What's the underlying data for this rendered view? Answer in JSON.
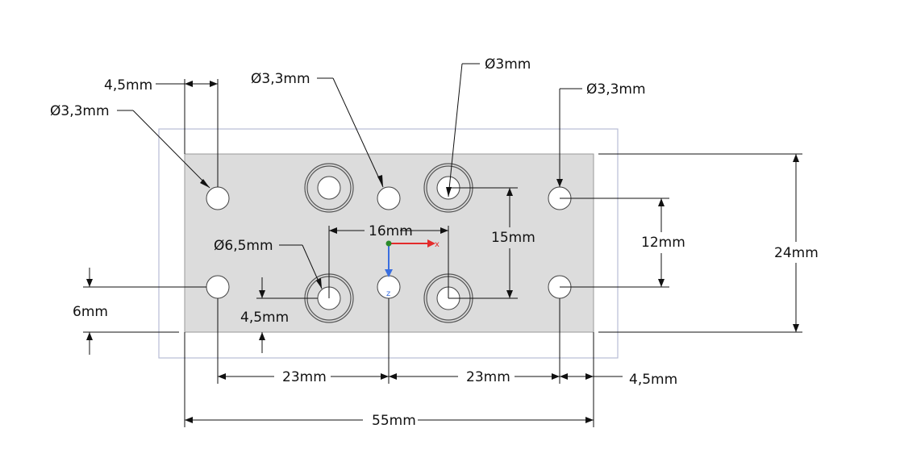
{
  "labels": {
    "d_top_left": "Ø3,3mm",
    "d_top_mid": "Ø3,3mm",
    "d_top_center": "Ø3mm",
    "d_top_right": "Ø3,3mm",
    "d_counterbore": "Ø6,5mm",
    "w_left_edge": "4,5mm",
    "w_center_spacing": "16mm",
    "h_center_spacing": "15mm",
    "h_right_spacing": "12mm",
    "h_total": "24mm",
    "h_left_edge": "6mm",
    "h_inner_edge": "4,5mm",
    "w_left_span": "23mm",
    "w_right_span": "23mm",
    "w_right_edge": "4,5mm",
    "w_total": "55mm"
  },
  "axes": {
    "x": "x",
    "z": "z"
  },
  "colors": {
    "plate": "#dcdcdc",
    "outline": "#b7bcd6",
    "axis_x": "#e32b2b",
    "axis_z": "#3a6fe0",
    "origin": "#2a8a2a"
  }
}
